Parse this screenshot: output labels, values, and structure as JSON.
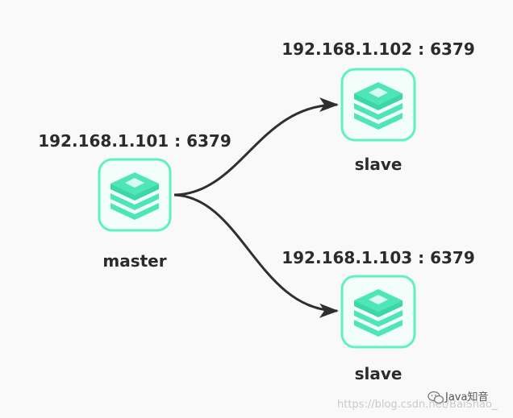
{
  "colors": {
    "background": "#f9f9f9",
    "node_border": "#5ff0c4",
    "node_fill": "#f3fdf9",
    "icon": "#4ee6b6",
    "icon_light": "#d9fbef",
    "arrow": "#2f2f2f"
  },
  "icons": {
    "server": "redis-stack-icon",
    "wechat": "wechat-logo-icon"
  },
  "master": {
    "address": "192.168.1.101 : 6379",
    "role": "master"
  },
  "slaves": [
    {
      "address": "192.168.1.102 : 6379",
      "role": "slave"
    },
    {
      "address": "192.168.1.103 : 6379",
      "role": "slave"
    }
  ],
  "watermark": {
    "url": "https://blog.csdn.net/BaiShao_",
    "account": "Java知音"
  }
}
